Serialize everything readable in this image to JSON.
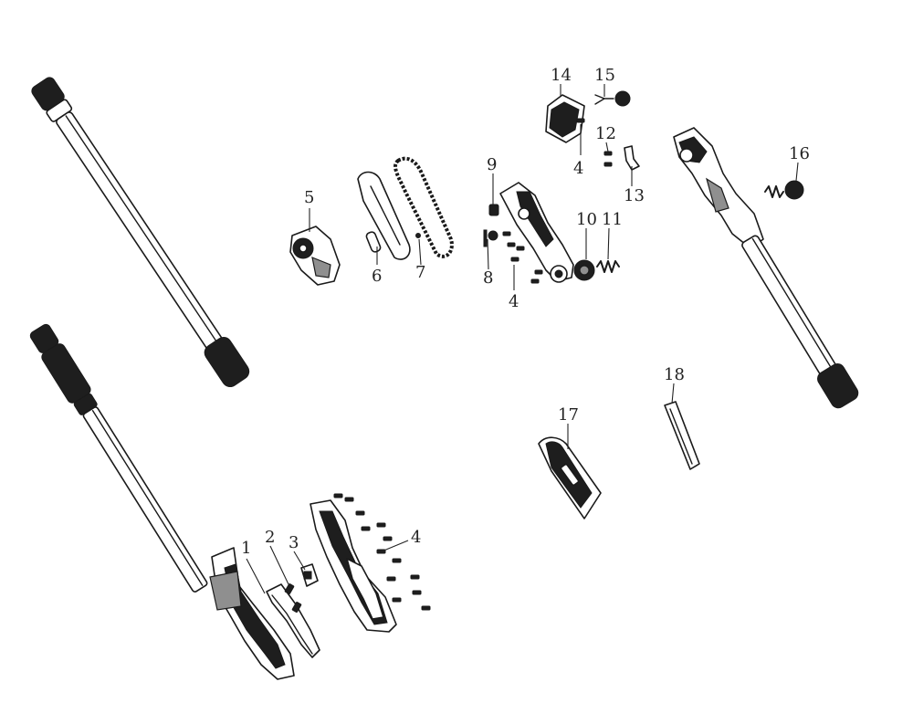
{
  "diagram": {
    "callouts": [
      "1",
      "2",
      "3",
      "4",
      "5",
      "6",
      "7",
      "8",
      "9",
      "10",
      "11",
      "12",
      "13",
      "14",
      "15",
      "16",
      "17",
      "18"
    ],
    "callout_4_repeats": [
      "4",
      "4",
      "4"
    ]
  }
}
